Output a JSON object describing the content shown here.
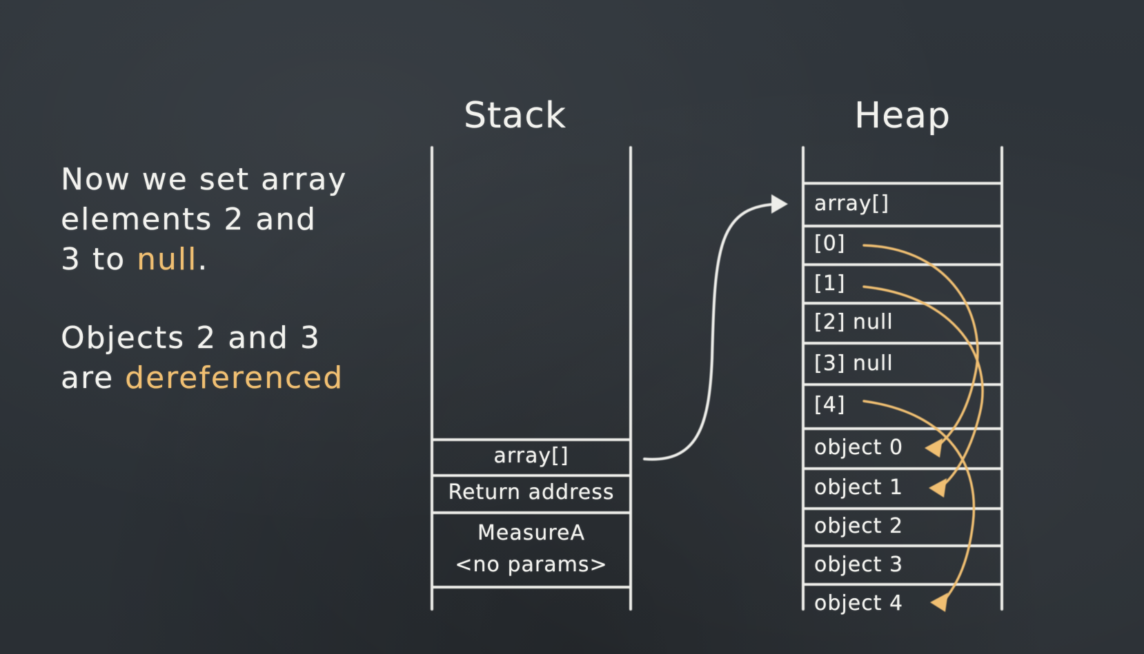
{
  "narrative": {
    "line1": "Now we set array",
    "line2": "elements 2 and",
    "line3_prefix": "3 to ",
    "line3_accent": "null",
    "line3_suffix": ".",
    "line4": "Objects 2 and 3",
    "line5_prefix": "are ",
    "line5_accent": "dereferenced"
  },
  "stack": {
    "title": "Stack",
    "cells": [
      "array[]",
      "Return address",
      "MeasureA",
      "<no params>"
    ]
  },
  "heap": {
    "title": "Heap",
    "cells": [
      "array[]",
      "[0]",
      "[1]",
      "[2] null",
      "[3] null",
      "[4]",
      "object 0",
      "object 1",
      "object 2",
      "object 3",
      "object 4"
    ]
  },
  "colors": {
    "board": "#2b3035",
    "chalk": "#f2f2ee",
    "accent": "#f0bf72"
  }
}
